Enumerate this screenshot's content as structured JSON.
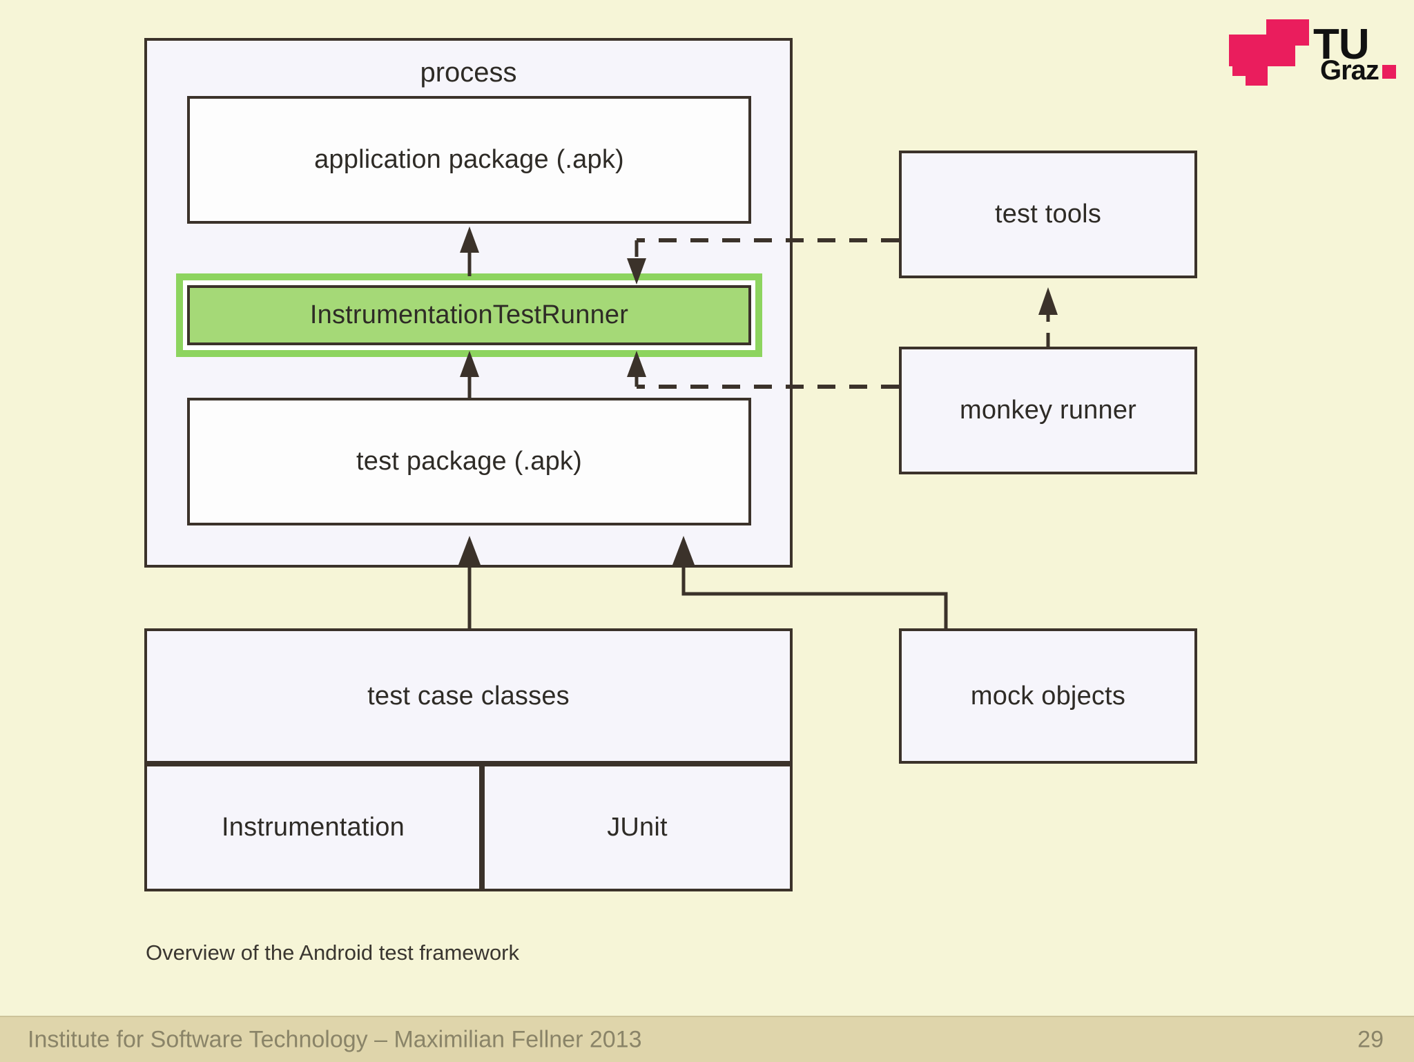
{
  "slide": {
    "background_color": "#f6f5d7",
    "page_number": "29",
    "caption": "Overview of the Android test framework"
  },
  "logo": {
    "name": "TU Graz",
    "tu_text": "TU",
    "graz_text": "Graz",
    "mark_color": "#ea1d5d",
    "text_color": "#111111"
  },
  "footer": {
    "text": "Institute for Software Technology – Maximilian Fellner 2013",
    "page": "29",
    "background_color": "#dfd5ab",
    "text_color": "#8a8468"
  },
  "diagram": {
    "title": "Overview of the Android test framework",
    "process": {
      "label": "process",
      "fill": "#f6f5fb",
      "stroke": "#3b322a"
    },
    "nodes": [
      {
        "id": "app-pkg",
        "label": "application package (.apk)",
        "fill": "#fdfdfd"
      },
      {
        "id": "itr",
        "label": "InstrumentationTestRunner",
        "fill": "#a5d977",
        "highlight": "#8dd45f"
      },
      {
        "id": "test-pkg",
        "label": "test package (.apk)",
        "fill": "#fdfdfd"
      },
      {
        "id": "test-tools",
        "label": "test tools",
        "fill": "#f6f5fb"
      },
      {
        "id": "monkey-runner",
        "label": "monkey runner",
        "fill": "#f6f5fb"
      },
      {
        "id": "mock-objects",
        "label": "mock objects",
        "fill": "#f6f5fb"
      },
      {
        "id": "test-case-classes",
        "label": "test case classes",
        "fill": "#f6f5fb"
      },
      {
        "id": "instrumentation",
        "label": "Instrumentation",
        "fill": "#f6f5fb"
      },
      {
        "id": "junit",
        "label": "JUnit",
        "fill": "#f6f5fb"
      }
    ],
    "edges": [
      {
        "from": "itr",
        "to": "app-pkg",
        "style": "solid",
        "arrow": "up"
      },
      {
        "from": "test-tools",
        "to": "itr",
        "style": "dashed",
        "arrow": "down"
      },
      {
        "from": "test-pkg",
        "to": "itr",
        "style": "solid",
        "arrow": "up"
      },
      {
        "from": "monkey-runner",
        "to": "itr",
        "style": "dashed",
        "arrow": "up"
      },
      {
        "from": "monkey-runner",
        "to": "test-tools",
        "style": "dashed",
        "arrow": "up"
      },
      {
        "from": "test-case-classes",
        "to": "test-pkg",
        "style": "solid",
        "arrow": "up"
      },
      {
        "from": "mock-objects",
        "to": "test-pkg",
        "style": "solid",
        "arrow": "up"
      }
    ]
  }
}
